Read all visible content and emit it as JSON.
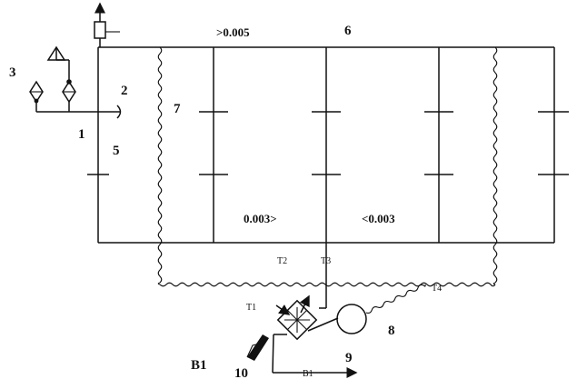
{
  "labels": {
    "n1": "1",
    "n2": "2",
    "n3": "3",
    "n5": "5",
    "n6": "6",
    "n7": "7",
    "n8": "8",
    "n9": "9",
    "n10": "10",
    "b1_left": "B1",
    "b1_arrow": "B1",
    "t1": "T1",
    "t2": "T2",
    "t3": "T3",
    "t4": "T4",
    "ratio_top": ">0.005",
    "ratio_left": "0.003>",
    "ratio_right": "<0.003"
  }
}
